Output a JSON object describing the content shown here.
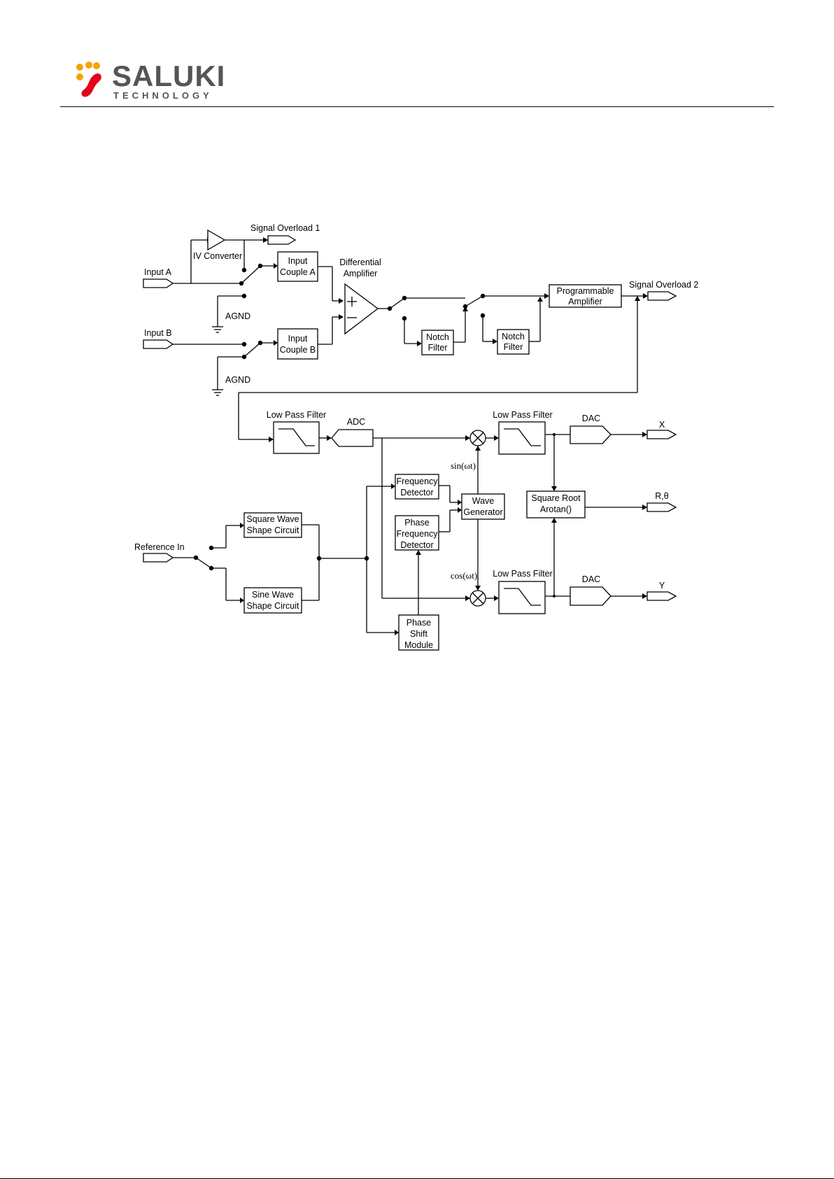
{
  "header": {
    "logo_word": "SALUKI",
    "logo_sub": "TECHNOLOGY",
    "logo_colors": [
      "#f5a300",
      "#e3001b"
    ],
    "text_color": "#555555"
  },
  "diagram": {
    "ports": {
      "input_a": "Input A",
      "input_b": "Input B",
      "reference_in": "Reference In",
      "signal_overload_1": "Signal Overload 1",
      "signal_overload_2": "Signal Overload 2",
      "out_x": "X",
      "out_rtheta": "R,θ",
      "out_y": "Y"
    },
    "labels": {
      "iv_converter": "IV Converter",
      "agnd_a": "AGND",
      "agnd_b": "AGND",
      "diff_amp_1": "Differential",
      "diff_amp_2": "Amplifier",
      "lpf_main": "Low Pass Filter",
      "adc": "ADC",
      "lpf_x": "Low Pass Filter",
      "dac_x": "DAC",
      "lpf_y": "Low Pass Filter",
      "dac_y": "DAC",
      "sin": "sin(ωt)",
      "cos": "cos(ωt)"
    },
    "blocks": {
      "couple_a": [
        "Input",
        "Couple A"
      ],
      "couple_b": [
        "Input",
        "Couple B"
      ],
      "notch_1": [
        "Notch",
        "Filter"
      ],
      "notch_2": [
        "Notch",
        "Filter"
      ],
      "prog_amp": [
        "Programmable",
        "Amplifier"
      ],
      "freq_det": [
        "Frequency",
        "Detector"
      ],
      "phase_freq_det": [
        "Phase",
        "Frequency",
        "Detector"
      ],
      "wave_gen": [
        "Wave",
        "Generator"
      ],
      "square_wave": [
        "Square Wave",
        "Shape Circuit"
      ],
      "sine_wave": [
        "Sine Wave",
        "Shape Circuit"
      ],
      "phase_shift": [
        "Phase",
        "Shift",
        "Module"
      ],
      "sqrt": [
        "Square Root",
        "Arotan()"
      ]
    }
  }
}
